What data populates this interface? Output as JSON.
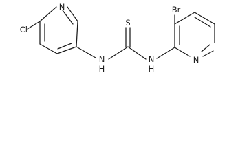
{
  "molecule": {
    "atoms": {
      "chlorine": "Cl",
      "nitrogen_pyridine_left": "N",
      "bromine": "Br",
      "nitrogen_pyridine_right": "N",
      "amine_nitrogen_left": "N",
      "amine_hydrogen_left": "H",
      "amine_nitrogen_right": "N",
      "amine_hydrogen_right": "H",
      "sulfur": "S"
    }
  }
}
